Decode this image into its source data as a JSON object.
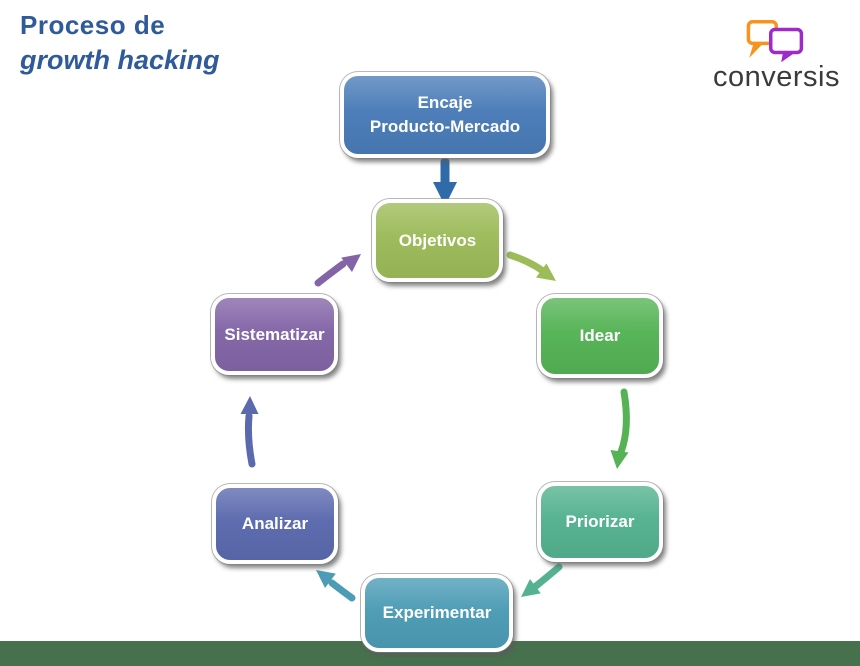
{
  "header": {
    "title_line1": "Proceso de",
    "title_line2": "growth hacking",
    "title_color": "#2F5B9B"
  },
  "logo": {
    "text": "conversis",
    "text_color": "#3B3B3B",
    "bubble_left_color": "#F7941D",
    "bubble_right_color": "#9C2BC9",
    "background": "#FFFFFF"
  },
  "diagram": {
    "nodes": [
      {
        "id": "encaje-producto-mercado",
        "label": "Encaje\nProducto-Mercado",
        "color": "#4A7CB8"
      },
      {
        "id": "objetivos",
        "label": "Objetivos",
        "color": "#9CBB59"
      },
      {
        "id": "idear",
        "label": "Idear",
        "color": "#55B355"
      },
      {
        "id": "priorizar",
        "label": "Priorizar",
        "color": "#54B290"
      },
      {
        "id": "experimentar",
        "label": "Experimentar",
        "color": "#4C9CB5"
      },
      {
        "id": "analizar",
        "label": "Analizar",
        "color": "#5B6AAE"
      },
      {
        "id": "sistematizar",
        "label": "Sistematizar",
        "color": "#8365A7"
      }
    ],
    "arrows": [
      {
        "from": "encaje-producto-mercado",
        "to": "objetivos",
        "color": "#2E6BA8"
      },
      {
        "from": "objetivos",
        "to": "idear",
        "color": "#9CBB59"
      },
      {
        "from": "idear",
        "to": "priorizar",
        "color": "#55B355"
      },
      {
        "from": "priorizar",
        "to": "experimentar",
        "color": "#54B290"
      },
      {
        "from": "experimentar",
        "to": "analizar",
        "color": "#4C9CB5"
      },
      {
        "from": "analizar",
        "to": "sistematizar",
        "color": "#5B6AAE"
      },
      {
        "from": "sistematizar",
        "to": "objetivos",
        "color": "#8365A7"
      }
    ]
  },
  "footer": {
    "bar_color": "#47714D"
  }
}
